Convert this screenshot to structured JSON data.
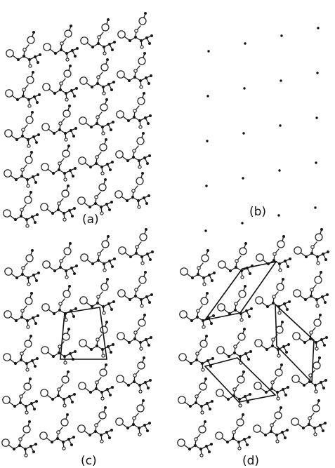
{
  "figure": {
    "panels": [
      {
        "id": "a",
        "label": "(a)",
        "content": "molecular-packing"
      },
      {
        "id": "b",
        "label": "(b)",
        "content": "lattice-points"
      },
      {
        "id": "c",
        "label": "(c)",
        "content": "packing-with-unit-cell"
      },
      {
        "id": "d",
        "label": "(d)",
        "content": "packing-with-alternative-cells"
      }
    ],
    "lattice": {
      "rows": 5,
      "cols": 4
    }
  }
}
